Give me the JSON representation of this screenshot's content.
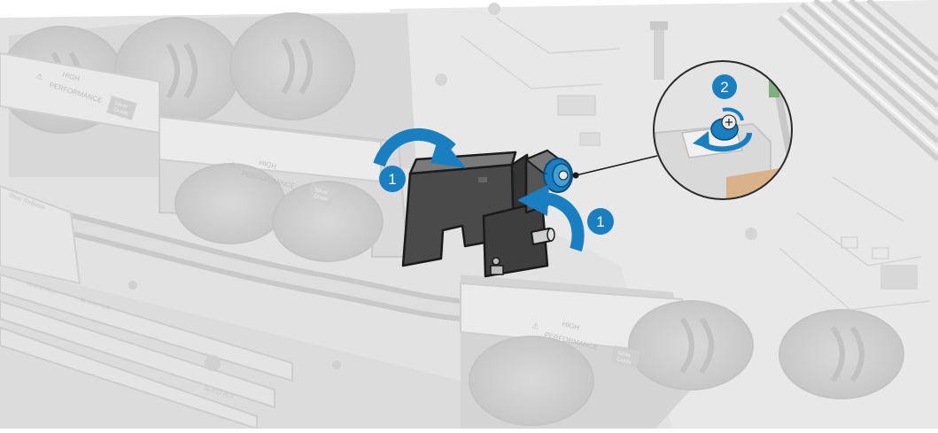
{
  "fan_labels": [
    {
      "line1": "HIGH",
      "line2": "PERFORMANCE"
    },
    {
      "line1": "HIGH",
      "line2": "PERFORMANCE"
    },
    {
      "line1": "HIGH",
      "line2": "PERFORMANCE"
    }
  ],
  "grade_badges": [
    {
      "line1": "Silver",
      "line2": "Grade"
    },
    {
      "line1": "Silver",
      "line2": "Grade"
    },
    {
      "line1": "Silver",
      "line2": "Grade"
    }
  ],
  "drive_labels": [
    "Rear Release",
    "BL-DST-RLR",
    "BL-DST-RLR",
    "BL-DST-RLR"
  ],
  "steps": {
    "left_bracket": "1",
    "right_bracket": "1",
    "callout": "2"
  },
  "colors": {
    "accent_blue": "#1a7fc1",
    "line_dark": "#1b1b1b",
    "chassis_gray": "#e4e4e4",
    "callout_border": "#2a2a2a"
  },
  "icons": [
    "rotate-arrow-icon",
    "thumbscrew-icon",
    "ccw-rotate-icon",
    "warning-triangle-icon"
  ]
}
